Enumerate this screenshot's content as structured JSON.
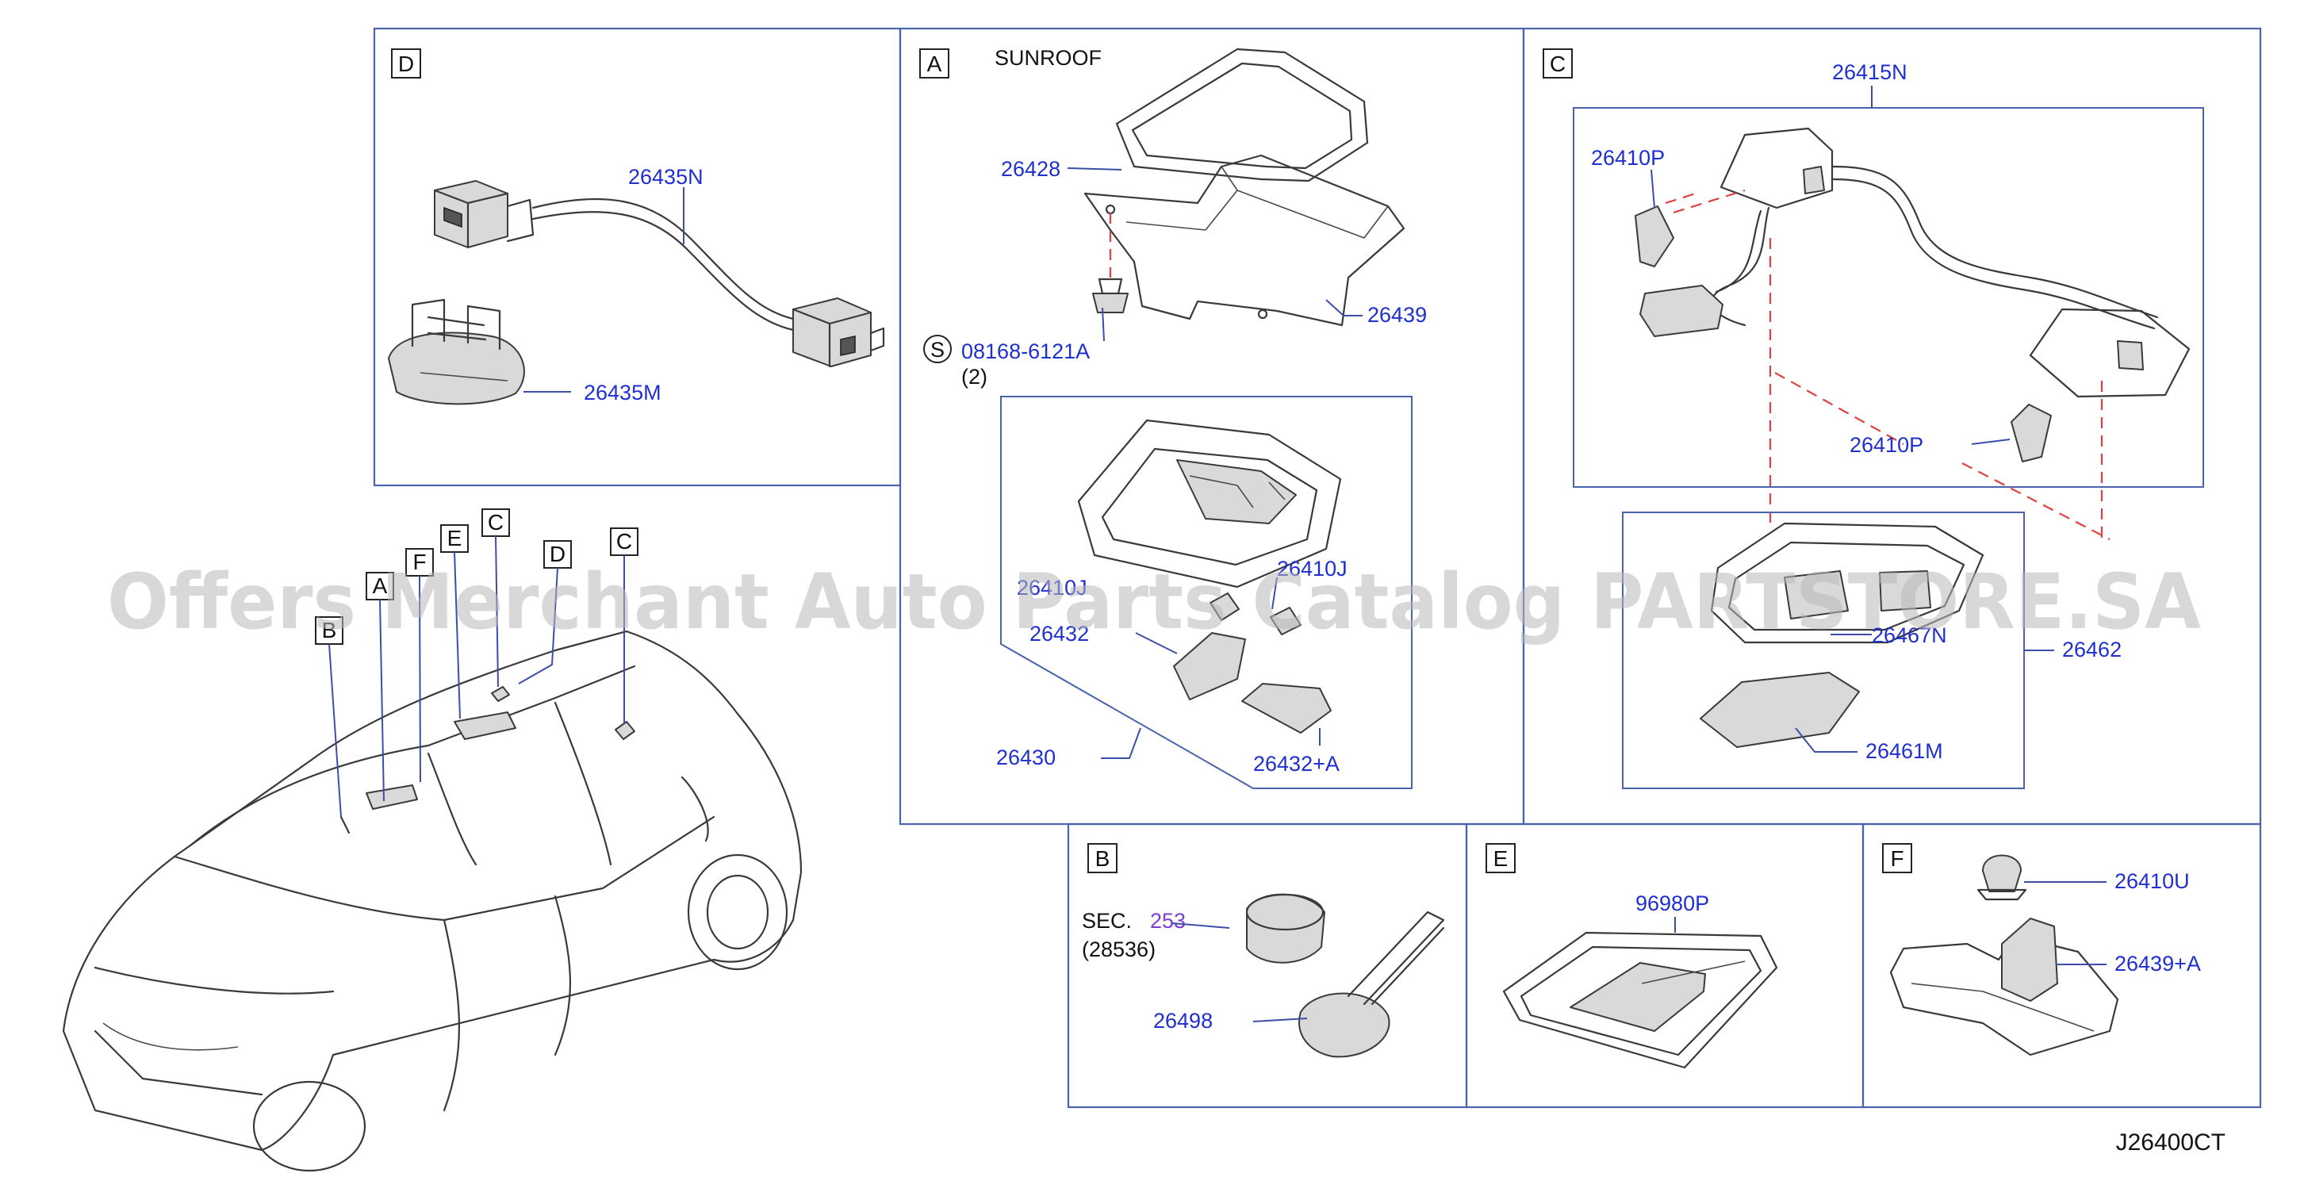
{
  "watermark": "Offers Merchant Auto Parts Catalog PARTSTORE.SA",
  "diagram_code": "J26400CT",
  "panels": {
    "d": {
      "letter": "D",
      "parts": {
        "p26435n": "26435N",
        "p26435m": "26435M"
      }
    },
    "a": {
      "letter": "A",
      "title": "SUNROOF",
      "parts": {
        "p26428": "26428",
        "p26439": "26439",
        "s_symbol": "S",
        "p08168": "08168-6121A",
        "qty": "(2)",
        "p26410j": "26410J",
        "p26410_partial": "26410J",
        "p26432": "26432",
        "p26430": "26430",
        "p26432a": "26432+A"
      }
    },
    "c": {
      "letter": "C",
      "parts": {
        "p26415n": "26415N",
        "p26410p_top": "26410P",
        "p26410p_bottom": "26410P",
        "p26467n": "26467N",
        "p26462": "26462",
        "p26461m": "26461M"
      }
    },
    "b": {
      "letter": "B",
      "parts": {
        "sec_label": "SEC.",
        "sec_ref": "253",
        "sec_sub": "(28536)",
        "p26498": "26498"
      }
    },
    "e": {
      "letter": "E",
      "parts": {
        "p96980p": "96980P"
      }
    },
    "f": {
      "letter": "F",
      "parts": {
        "p26410u": "26410U",
        "p26439a": "26439+A"
      }
    }
  },
  "vehicle_callouts": [
    "B",
    "A",
    "F",
    "E",
    "C",
    "D",
    "C"
  ],
  "colors": {
    "frame": "#4a63ad",
    "part_number": "#1f2fd0",
    "section_ref": "#7b3fd6",
    "dashed_guide": "#e04040"
  }
}
